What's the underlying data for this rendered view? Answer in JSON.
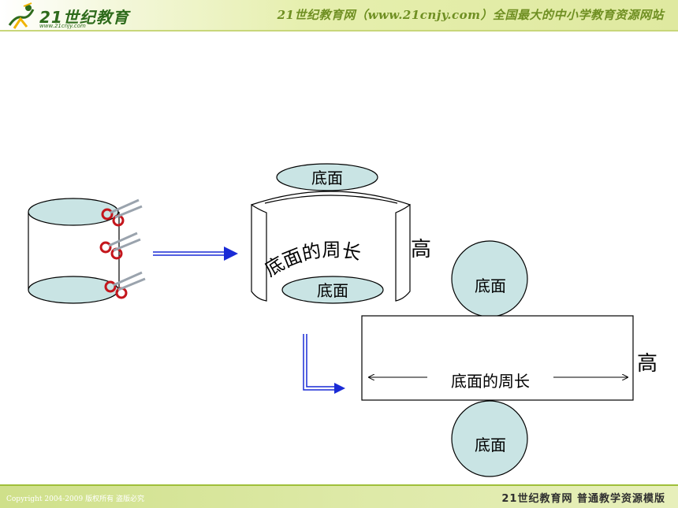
{
  "header": {
    "logo_text": "21世纪教育",
    "logo_sub": "www.21cnjy.com",
    "title": "21世纪教育网（www.21cnjy.com）全国最大的中小学教育资源网站"
  },
  "diagram": {
    "top_base_label": "底面",
    "bottom_base_label": "底面",
    "curved_label": "底面的周长",
    "height_label_curved": "高",
    "net_top_circle_label": "底面",
    "net_bottom_circle_label": "底面",
    "net_rect_label": "底面的周长",
    "net_height_label": "高"
  },
  "footer": {
    "copyright": "Copyright 2004-2009 版权所有 盗版必究",
    "brand": "21世纪教育网   普通教学资源模版"
  },
  "colors": {
    "base_fill": "#c9e4e4",
    "arrow_blue": "#1a2bd6",
    "scissor_red": "#c4161c"
  }
}
